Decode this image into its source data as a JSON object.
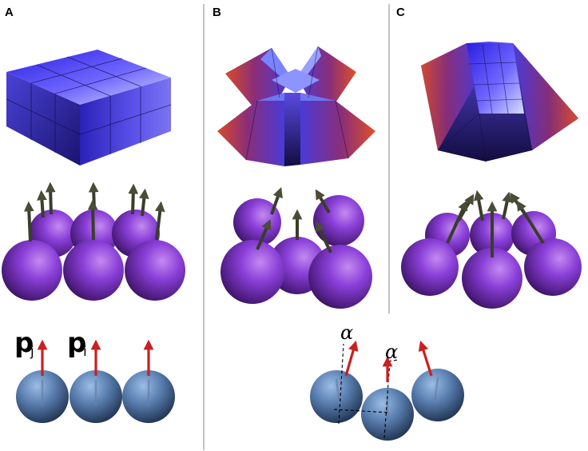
{
  "panels": [
    {
      "letter": "A"
    },
    {
      "letter": "B"
    },
    {
      "letter": "C"
    }
  ],
  "vector_labels": [
    {
      "symbol": "p",
      "subscript": "j"
    },
    {
      "symbol": "p",
      "subscript": "i"
    }
  ],
  "angle_labels": [
    "α",
    "α"
  ],
  "colors": {
    "separator": "#9a9a9a",
    "block_blue": "#4a3ef0",
    "block_red": "#d24a2a",
    "sphere_purple": "#7a2fc0",
    "sphere_steel": "#5a7fb0",
    "polarity_arrow": "#cc1f1f",
    "spine_arrow": "#3a3d2a"
  }
}
